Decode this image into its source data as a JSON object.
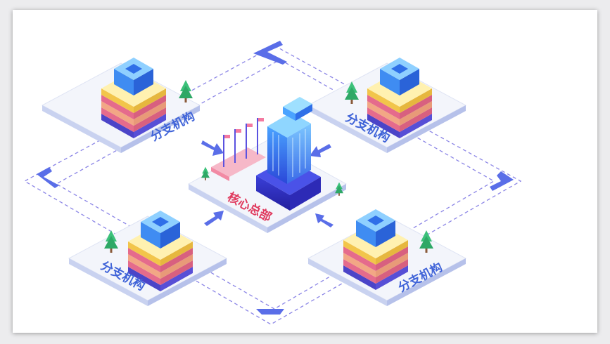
{
  "hub": {
    "label": "核心总部"
  },
  "branches": [
    {
      "id": "top-left",
      "label": "分支机构"
    },
    {
      "id": "top-right",
      "label": "分支机构"
    },
    {
      "id": "bottom-left",
      "label": "分支机构"
    },
    {
      "id": "bottom-right",
      "label": "分支机构"
    }
  ],
  "colors": {
    "dashed_line": "#7b73e0",
    "arrow": "#5a6ee8",
    "platform_top": "#f3f5fb",
    "platform_side": "#c9d2f0",
    "branch_text": "#3f63d8",
    "hub_text": "#e03a5e",
    "tree": "#3cc17a",
    "building_blue": "#3b82f0",
    "building_pink": "#f28aa4",
    "building_yellow": "#ffe27a"
  }
}
